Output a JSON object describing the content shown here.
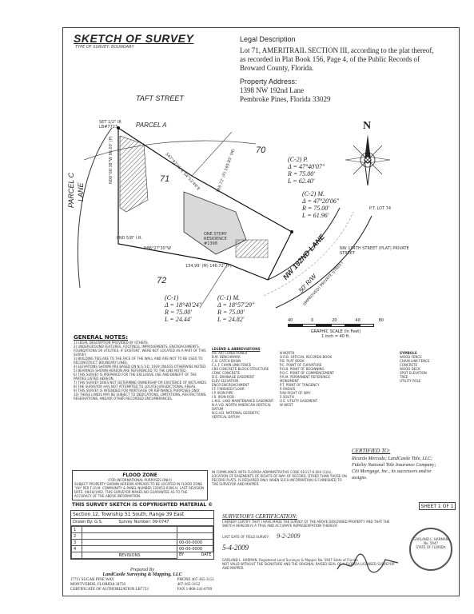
{
  "sketch": {
    "title": "SKETCH OF SURVEY",
    "subtitle": "TYPE OF SURVEY: BOUNDARY"
  },
  "legal": {
    "heading": "Legal Description",
    "text": "Lot 71, AMERITRAIL SECTION III, according to the plat thereof, as recorded in Plat Book 156, Page 4, of the Public Records of Broward County, Florida.",
    "addr_heading": "Property Address:",
    "addr1": "1398 NW 192nd Lane",
    "addr2": "Pembroke Pines, Florida 33029"
  },
  "map": {
    "taft": "TAFT STREET",
    "parcel_a": "PARCEL A",
    "parcel_c": "PARCEL C",
    "lane": "LANE",
    "nw192": "NW 192ND LANE",
    "rw": "50' R/W",
    "improved": "(IMPROVED) PRIVATE STREET",
    "nw194": "NW 194TH STREET (PLAT) PRIVATE STREET",
    "lot71": "71",
    "lot70": "70",
    "lot72": "72",
    "set": "SET 1/2\" IR LB#7723",
    "dist1": "N00°06'38\"W 96.03' (P)",
    "dist2": "S47°47'05\"E 54°53'49\"E",
    "dist3": "169.72' (P) 169.85' (M)",
    "dist4": "134.99' (M) 146.72' (P)",
    "dist5": "N86°27'30\"W",
    "house": "ONE STORY RESIDENCE #1398",
    "fnd1": "FND 5/8\" I.R.",
    "pt": "P.T. LOT 74",
    "north": "N"
  },
  "curves": {
    "c2p": {
      "label": "(C-2) P.",
      "d": "Δ = 47°40'07\"",
      "r": "R = 75.00'",
      "l": "L = 62.40'"
    },
    "c2m": {
      "label": "(C-2) M.",
      "d": "Δ = 47°20'06\"",
      "r": "R = 75.00'",
      "l": "L = 61.96'"
    },
    "c1": {
      "label": "(C-1)",
      "d": "Δ = 18°40'24\"",
      "r": "R = 75.00'",
      "l": "L = 24.44'"
    },
    "c1m": {
      "label": "(C-1) M.",
      "d": "Δ = 18°57'29\"",
      "r": "R = 75.00'",
      "l": "L = 24.82'"
    }
  },
  "scale": {
    "ticks": [
      "40",
      "0",
      "20",
      "40",
      "80"
    ],
    "label": "GRAPHIC SCALE (In Feet)",
    "sub": "1 inch = 40 ft."
  },
  "notes": {
    "heading": "GENERAL NOTES:",
    "items": [
      "1) LEGAL DESCRIPTION PROVIDED BY OTHERS.",
      "2) UNDERGROUND FEATURES, FOOTINGS, IMPROVEMENTS, ENCROACHMENTS, FOUNDATIONS OR UTILITIES, IF EXISTENT, WERE NOT LOCATED AS A PART OF THIS SURVEY.",
      "3) BUILDING TIES ARE TO THE FACE OF THE WALL AND ARE NOT TO BE USED TO RECONSTRUCT BOUNDARY LINES.",
      "4) ELEVATIONS SHOWN ARE BASED ON N.G.V.D. 1929 UNLESS OTHERWISE NOTED.",
      "5) BEARINGS SHOWN HEREON ARE REFERENCED TO THE LINE NOTED.",
      "6) THIS SURVEY IS PREPARED FOR THE EXCLUSIVE USE AND BENEFIT OF THE PARTIES LISTED HEREON.",
      "7) THIS SURVEY DOES NOT DETERMINE OWNERSHIP OR EXISTENCE OF WETLANDS.",
      "8) THE SURVEYOR HAS NOT ATTEMPTED TO LOCATE JURISDICTIONAL AREAS.",
      "9) THIS SURVEY IS INTENDED FOR MORTGAGE OR REFINANCE PURPOSES ONLY.",
      "10) THESE LANDS MAY BE SUBJECT TO DEDICATIONS, LIMITATIONS, RESTRICTIONS, RESERVATIONS, AND/OR OTHER RECORDED ENCUMBRANCES."
    ]
  },
  "abbrev_heading": "LEGEND & ABBREVIATIONS",
  "abbrev": [
    [
      "A/C",
      "AIR CONDITIONER"
    ],
    [
      "B.M.",
      "BENCHMARK"
    ],
    [
      "C.B.",
      "CATCH BASIN"
    ],
    [
      "C.L.F.",
      "CHAIN LINK FENCE"
    ],
    [
      "CBS",
      "CONCRETE BLOCK STRUCTURE"
    ],
    [
      "CONC",
      "CONCRETE"
    ],
    [
      "D.E.",
      "DRAINAGE EASEMENT"
    ],
    [
      "ELEV",
      "ELEVATION"
    ],
    [
      "ENCR",
      "ENCROACHMENT"
    ],
    [
      "F.F.",
      "FINISHED FLOOR"
    ],
    [
      "I.P.",
      "IRON PIPE"
    ],
    [
      "I.R.",
      "IRON ROD"
    ],
    [
      "L.M.E.",
      "LAKE MAINTENANCE EASEMENT"
    ],
    [
      "N.A.V.D.",
      "NORTH AMERICAN VERTICAL DATUM"
    ],
    [
      "N.G.V.D.",
      "NATIONAL GEODETIC VERTICAL DATUM"
    ]
  ],
  "abbrev2": [
    [
      "N",
      "NORTH"
    ],
    [
      "O.R.B.",
      "OFFICIAL RECORDS BOOK"
    ],
    [
      "P.B.",
      "PLAT BOOK"
    ],
    [
      "P.C.",
      "POINT OF CURVATURE"
    ],
    [
      "P.O.B.",
      "POINT OF BEGINNING"
    ],
    [
      "P.O.C.",
      "POINT OF COMMENCEMENT"
    ],
    [
      "P.R.M.",
      "PERMANENT REFERENCE MONUMENT"
    ],
    [
      "P.T.",
      "POINT OF TANGENCY"
    ],
    [
      "R",
      "RADIUS"
    ],
    [
      "R/W",
      "RIGHT OF WAY"
    ],
    [
      "S",
      "SOUTH"
    ],
    [
      "U.E.",
      "UTILITY EASEMENT"
    ],
    [
      "W",
      "WEST"
    ]
  ],
  "symbols_heading": "SYMBOLS",
  "symbols": [
    "WOOD FENCE",
    "CHAIN LINK FENCE",
    "CONCRETE",
    "WOOD DECK",
    "SPOT ELEVATION",
    "TREE",
    "UTILITY POLE"
  ],
  "certified": {
    "heading": "CERTIFIED TO:",
    "lines": [
      "Ricardo Mercado; LandCastle Title, LLC;",
      "Fidelity National Title Insurance Company;",
      "Citi Mortgage, Inc., its successors and/or",
      "assigns."
    ]
  },
  "flood": {
    "heading": "FLOOD ZONE",
    "sub": "(FOR INFORMATIONAL PURPOSES ONLY)",
    "text": "SUBJECT PROPERTY SHOWN HEREON APPEARS TO BE LOCATED IN FLOOD ZONE \"AH\" PER F.I.R.M. COMMUNITY & PANEL NUMBER 120053-0396 H, LAST REVISION DATE: 08/18/1992. THIS SURVEYOR MAKES NO GUARANTEE AS TO THE ACCURACY OF THE ABOVE INFORMATION."
  },
  "notice": {
    "text": "IN COMPLIANCE WITH FLORIDA ADMINISTRATIVE CODE 61G17-6.004 (3)(k), LOCATION OF EASEMENTS OF RIGHTS-OF-WAY OF RECORD, OTHER THAN THOSE ON RECORD PLATS, IS REQUIRED ONLY WHEN SUCH INFORMATION IS FURNISHED TO THE SURVEYOR AND MAPPER."
  },
  "copyright": "THIS SURVEY SKETCH IS COPYRIGHTED MATERIAL ©",
  "sheet": "SHEET 1 OF 1",
  "section": "Section 12, Township 51 South, Range 39 East",
  "drawn": {
    "label": "Drawn By: G.S.",
    "survey": "Survey Number: 09-0747"
  },
  "revisions": {
    "heading": "REVISIONS",
    "by": "BY",
    "date": "DATE",
    "rows": [
      [
        "1",
        "",
        ""
      ],
      [
        "2",
        "",
        ""
      ],
      [
        "3",
        "",
        "00-00-0000"
      ],
      [
        "4",
        "",
        "00-00-0000"
      ]
    ]
  },
  "prepared": {
    "by": "Prepared By",
    "company": "LandCastle Surveying & Mapping, LLC",
    "addr1": "17711 SUGAR PINE WAY",
    "addr2": "MONTVERDE, FLORIDA 34756",
    "cert": "CERTIFICATE OF AUTHORIZATION LB7723",
    "phone1": "PHONE 407-365-3151",
    "phone2": "407-365-3152",
    "fax": "FAX 1-866-241-8769"
  },
  "surveyor": {
    "heading": "SURVEYOR'S CERTIFICATION:",
    "text": "I HEREBY CERTIFY THAT I HAVE MADE THE SURVEY OF THE ABOVE DESCRIBED PROPERTY AND THAT THE SKETCH HEREON IS A TRUE AND ACCURATE REPRESENTATION THEREOF.",
    "fieldlabel": "LAST DATE OF FIELD SURVEY:",
    "fielddate": "9-2-2009",
    "signdate": "5-4-2009",
    "name": "GARLAND L. HARMAN,",
    "reg": "Registered Land Surveyor & Mapper No. 5947 State of Florida",
    "seal1": "GARLAND L. HARMAN",
    "seal2": "No. 5947",
    "seal3": "STATE OF FLORIDA",
    "notvalid": "NOT VALID WITHOUT THE SIGNATURE AND THE ORIGINAL RAISED SEAL OF A FLORIDA LICENSED SURVEYOR AND MAPPER."
  }
}
